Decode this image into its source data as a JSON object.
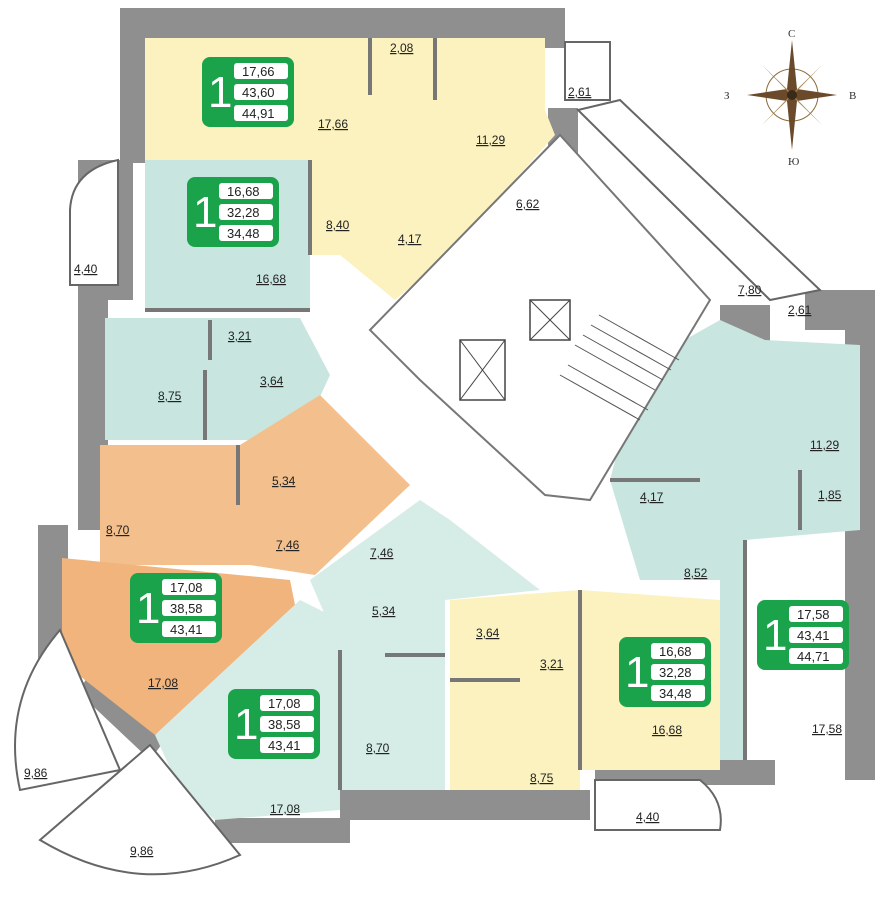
{
  "compass": {
    "north": "С",
    "south": "Ю",
    "west": "З",
    "east": "В"
  },
  "colors": {
    "wall": "#8f8f8f",
    "yellow": "#fbf2bf",
    "teal": "#c8e6df",
    "orange": "#f3c08d",
    "orange_dark": "#f0b47c",
    "corridor": "#ffffff",
    "badge_green": "#1aa34a"
  },
  "apartments": [
    {
      "rooms": "1",
      "living": "17,66",
      "total": "43,60",
      "total_with_balcony": "44,91"
    },
    {
      "rooms": "1",
      "living": "16,68",
      "total": "32,28",
      "total_with_balcony": "34,48"
    },
    {
      "rooms": "1",
      "living": "17,08",
      "total": "38,58",
      "total_with_balcony": "43,41"
    },
    {
      "rooms": "1",
      "living": "17,08",
      "total": "38,58",
      "total_with_balcony": "43,41"
    },
    {
      "rooms": "1",
      "living": "16,68",
      "total": "32,28",
      "total_with_balcony": "34,48"
    },
    {
      "rooms": "1",
      "living": "17,58",
      "total": "43,41",
      "total_with_balcony": "44,71"
    }
  ],
  "room_labels": [
    "17,66",
    "2,08",
    "11,29",
    "2,61",
    "8,40",
    "4,17",
    "6,62",
    "4,40",
    "16,68",
    "3,21",
    "3,64",
    "8,75",
    "5,34",
    "7,80",
    "2,61",
    "11,29",
    "4,17",
    "1,85",
    "8,70",
    "7,46",
    "8,52",
    "7,46",
    "5,34",
    "3,64",
    "3,21",
    "17,08",
    "16,68",
    "17,58",
    "9,86",
    "17,08",
    "8,70",
    "8,75",
    "9,86",
    "4,40"
  ]
}
